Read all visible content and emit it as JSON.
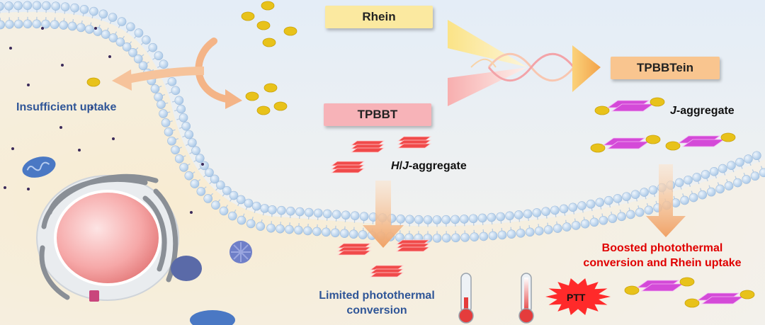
{
  "labels": {
    "rhein": "Rhein",
    "tpbbt": "TPBBT",
    "tpbbtein": "TPBBTein",
    "insufficient_uptake": "Insufficient uptake",
    "hj_prefix": "H",
    "hj_slash": "/",
    "hj_j": "J",
    "hj_suffix": "-aggregate",
    "j_prefix": "J",
    "j_suffix": "-aggregate",
    "limited_line1": "Limited photothermal",
    "limited_line2": "conversion",
    "boosted_line1": "Boosted photothermal",
    "boosted_line2": "conversion and Rhein uptake",
    "ptt": "PTT"
  },
  "colors": {
    "rhein_box": "#fbe9a0",
    "tpbbt_box": "#f7b3b8",
    "tpbbtein_box": "#f9c58f",
    "membrane_head": "#b8d3ec",
    "rhein_molecule": "#e8c21a",
    "h_aggregate": "#f04a4a",
    "j_aggregate": "#d44ad8",
    "blue_text": "#2f5597",
    "red_text": "#e00000",
    "ptt_star": "#ff2a2a"
  }
}
